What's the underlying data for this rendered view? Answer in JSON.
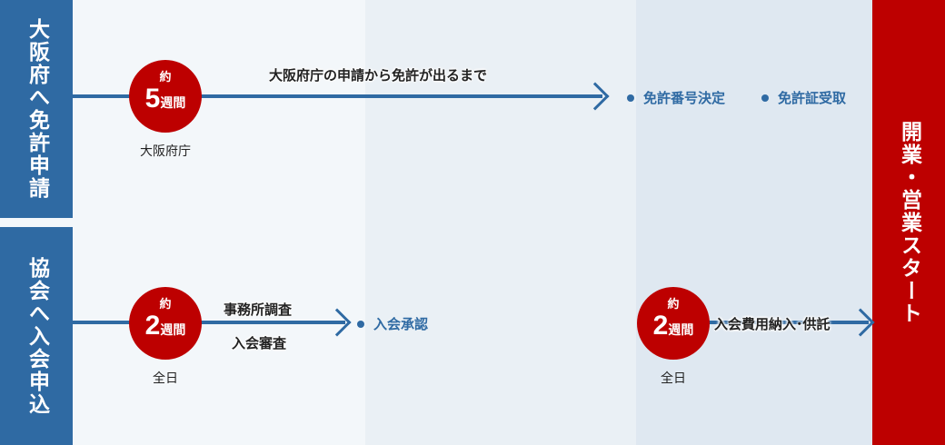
{
  "colors": {
    "blue": "#2f6aa3",
    "red": "#bd0000",
    "bg1": "#f3f7fa",
    "bg2": "#eaf0f5",
    "bg3": "#dfe8f1"
  },
  "rows": {
    "top": {
      "side_label": "大阪府へ免許申請",
      "circle": {
        "approx": "約",
        "number": "5",
        "unit": "週間"
      },
      "circle_caption": "大阪府庁",
      "arrow_label": "大阪府庁の申請から免許が出るまで",
      "results": [
        "免許番号決定",
        "免許証受取"
      ]
    },
    "bottom": {
      "side_label": "協会へ入会申込",
      "circle1": {
        "approx": "約",
        "number": "2",
        "unit": "週間"
      },
      "circle1_caption": "全日",
      "arrow1_labels": [
        "事務所調査",
        "入会審査"
      ],
      "result": "入会承認",
      "circle2": {
        "approx": "約",
        "number": "2",
        "unit": "週間"
      },
      "circle2_caption": "全日",
      "arrow2_label": "入会費用納入･供託"
    }
  },
  "goal": "開業・営業スタート"
}
